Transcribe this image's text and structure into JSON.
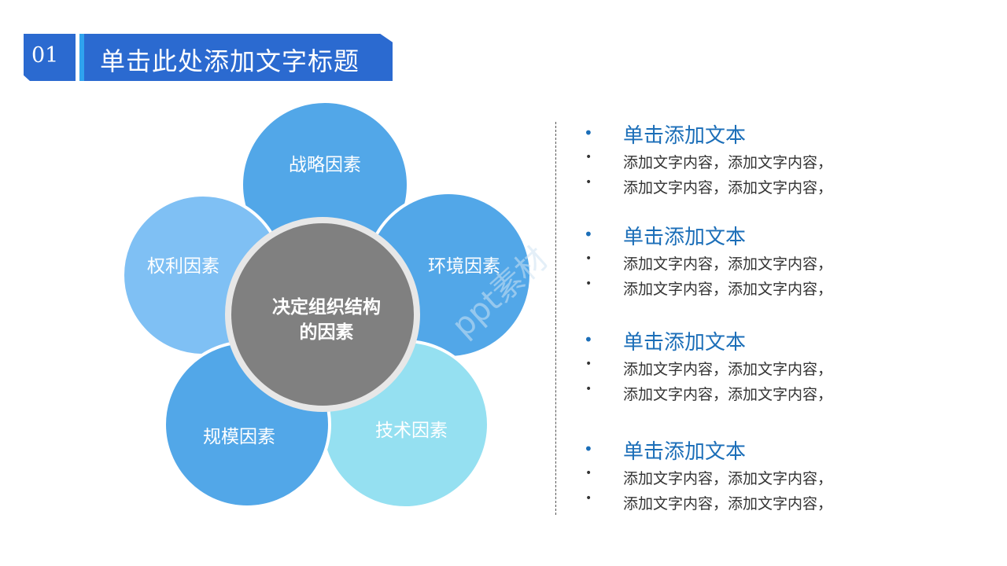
{
  "header": {
    "number": "01",
    "title": "单击此处添加文字标题"
  },
  "diagram": {
    "center_label_line1": "决定组织结构",
    "center_label_line2": "的因素",
    "petals": [
      {
        "label": "战略因素",
        "color": "#52a7e8"
      },
      {
        "label": "环境因素",
        "color": "#52a7e8"
      },
      {
        "label": "技术因素",
        "color": "#95e0f1"
      },
      {
        "label": "规模因素",
        "color": "#52a7e8"
      },
      {
        "label": "权利因素",
        "color": "#7fc0f4"
      }
    ],
    "center_color": "#808080"
  },
  "list": [
    {
      "heading": "单击添加文本",
      "lines": [
        "添加文字内容，添加文字内容，",
        "添加文字内容，添加文字内容，"
      ]
    },
    {
      "heading": "单击添加文本",
      "lines": [
        "添加文字内容，添加文字内容，",
        "添加文字内容，添加文字内容，"
      ]
    },
    {
      "heading": "单击添加文本",
      "lines": [
        "添加文字内容，添加文字内容，",
        "添加文字内容，添加文字内容，"
      ]
    },
    {
      "heading": "单击添加文本",
      "lines": [
        "添加文字内容，添加文字内容，",
        "添加文字内容，添加文字内容，"
      ]
    }
  ],
  "watermark": "ppt素材"
}
